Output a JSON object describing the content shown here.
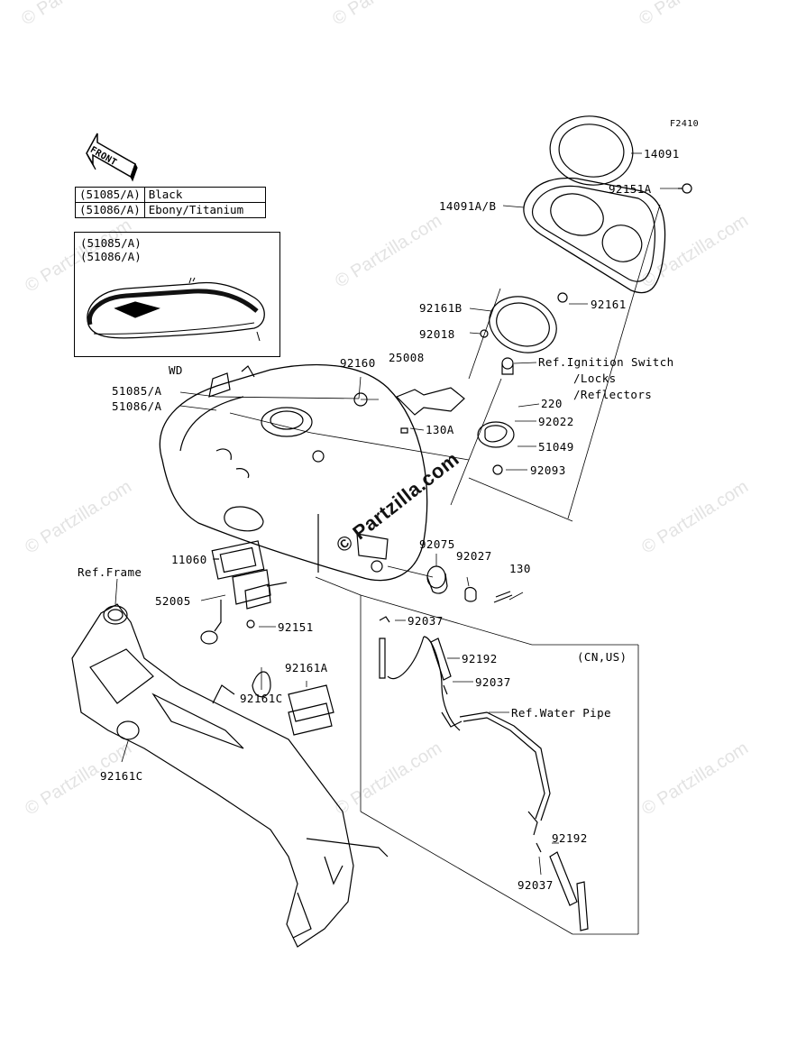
{
  "figure_code": "F2410",
  "front_arrow_label": "FRONT",
  "color_table": [
    {
      "part": "(51085/A)",
      "color": "Black"
    },
    {
      "part": "(51086/A)",
      "color": "Ebony/Titanium"
    }
  ],
  "tank_inset_codes": [
    "(51085/A)",
    "(51086/A)"
  ],
  "labels": {
    "p14091": "14091",
    "p14091ab": "14091A/B",
    "p92151a": "92151A",
    "p92161b": "92161B",
    "p92161": "92161",
    "p92018": "92018",
    "ref_ignition": "Ref.Ignition Switch",
    "locks": "/Locks",
    "reflectors": "/Reflectors",
    "wd": "WD",
    "p92160": "92160",
    "p25008": "25008",
    "p51085a": "51085/A",
    "p51086a": "51086/A",
    "p220": "220",
    "p92022": "92022",
    "p130a": "130A",
    "p51049": "51049",
    "p92093": "92093",
    "p92075": "92075",
    "p92027": "92027",
    "p130": "130",
    "p11060": "11060",
    "ref_frame": "Ref.Frame",
    "p52005": "52005",
    "p92151": "92151",
    "p92037a": "92037",
    "cn_us": "(CN,US)",
    "p92192a": "92192",
    "p92037b": "92037",
    "p92161a": "92161A",
    "p92161c_a": "92161C",
    "ref_water_pipe": "Ref.Water Pipe",
    "p92161c_b": "92161C",
    "p92192b": "92192",
    "p92037c": "92037"
  },
  "watermark_text": "© Partzilla.com",
  "center_watermark": "© Partzilla.com"
}
